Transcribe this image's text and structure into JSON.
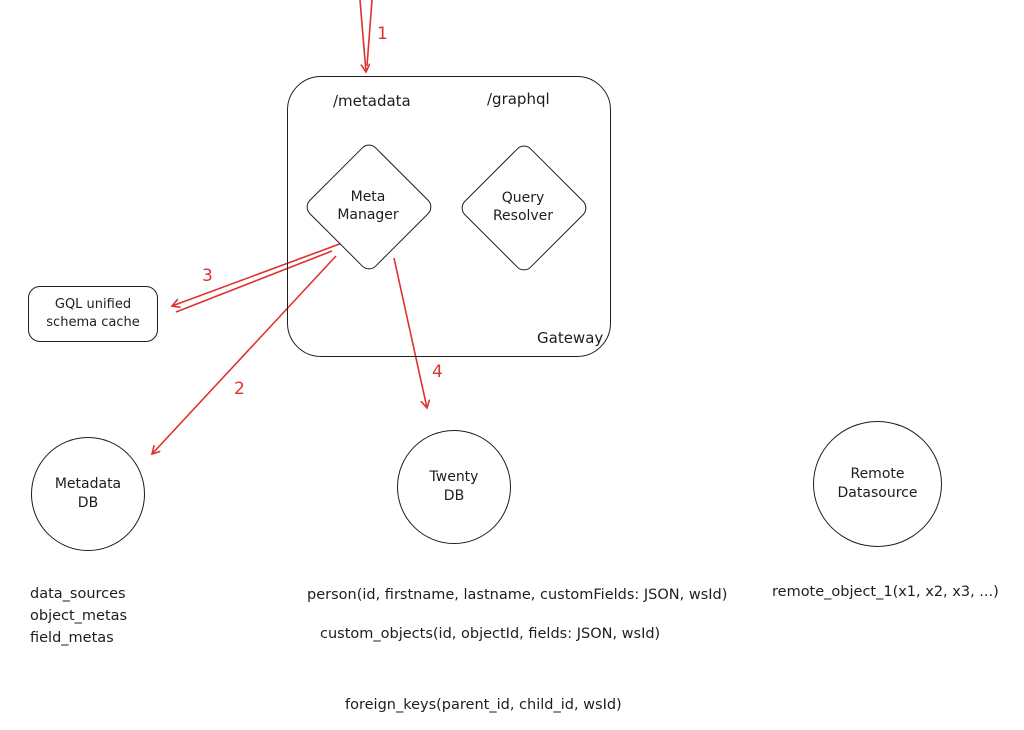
{
  "colors": {
    "stroke": "#1e1e1e",
    "arrow_red": "#e03131",
    "background": "#ffffff"
  },
  "gateway": {
    "title": "Gateway",
    "endpoint_metadata": "/metadata",
    "endpoint_graphql": "/graphql",
    "meta_manager": "Meta\nManager",
    "query_resolver": "Query\nResolver"
  },
  "cache_box": {
    "label": "GQL unified\nschema cache"
  },
  "metadata_db": {
    "label": "Metadata\nDB",
    "tables": "data_sources\nobject_metas\nfield_metas"
  },
  "twenty_db": {
    "label": "Twenty\nDB",
    "table_person": "person(id, firstname, lastname, customFields: JSON, wsId)",
    "table_custom_objects": "custom_objects(id, objectId, fields: JSON, wsId)",
    "table_foreign_keys": "foreign_keys(parent_id, child_id, wsId)"
  },
  "remote_datasource": {
    "label": "Remote\nDatasource",
    "table_remote_object": "remote_object_1(x1, x2, x3, ...)"
  },
  "arrows": [
    {
      "label": "1"
    },
    {
      "label": "2"
    },
    {
      "label": "3"
    },
    {
      "label": "4"
    }
  ]
}
